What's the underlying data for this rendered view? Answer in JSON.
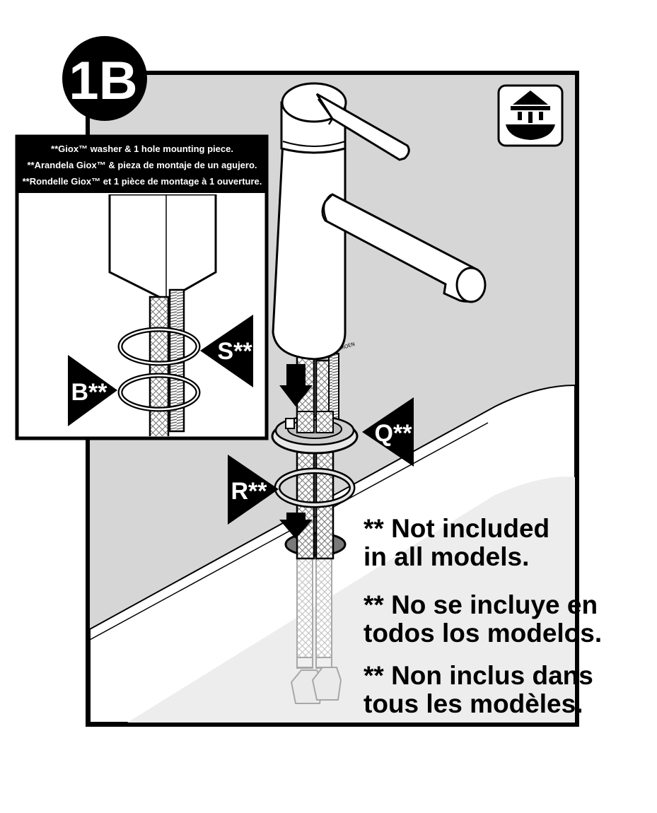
{
  "step": {
    "label": "1B"
  },
  "inset": {
    "captions": [
      "**Giox™ washer & 1 hole mounting piece.",
      "**Arandela Giox™ & pieza de montaje de un agujero.",
      "**Rondelle Giox™ et 1 pièce de montage à 1 ouverture."
    ],
    "callouts": {
      "s": "S**",
      "b": "B**"
    }
  },
  "callouts": {
    "q": "Q**",
    "r": "R**"
  },
  "notes": {
    "en": [
      "** Not included",
      "in all models."
    ],
    "es": [
      "** No se incluye en",
      "todos los modelos."
    ],
    "fr": [
      "** Non inclus dans",
      "tous les modèles."
    ]
  },
  "icons": {
    "corner": "above-deck-install-icon"
  },
  "colors": {
    "panel": "#d6d6d6",
    "ink": "#000000",
    "paper": "#ffffff",
    "hose": "#9e9e9e"
  }
}
